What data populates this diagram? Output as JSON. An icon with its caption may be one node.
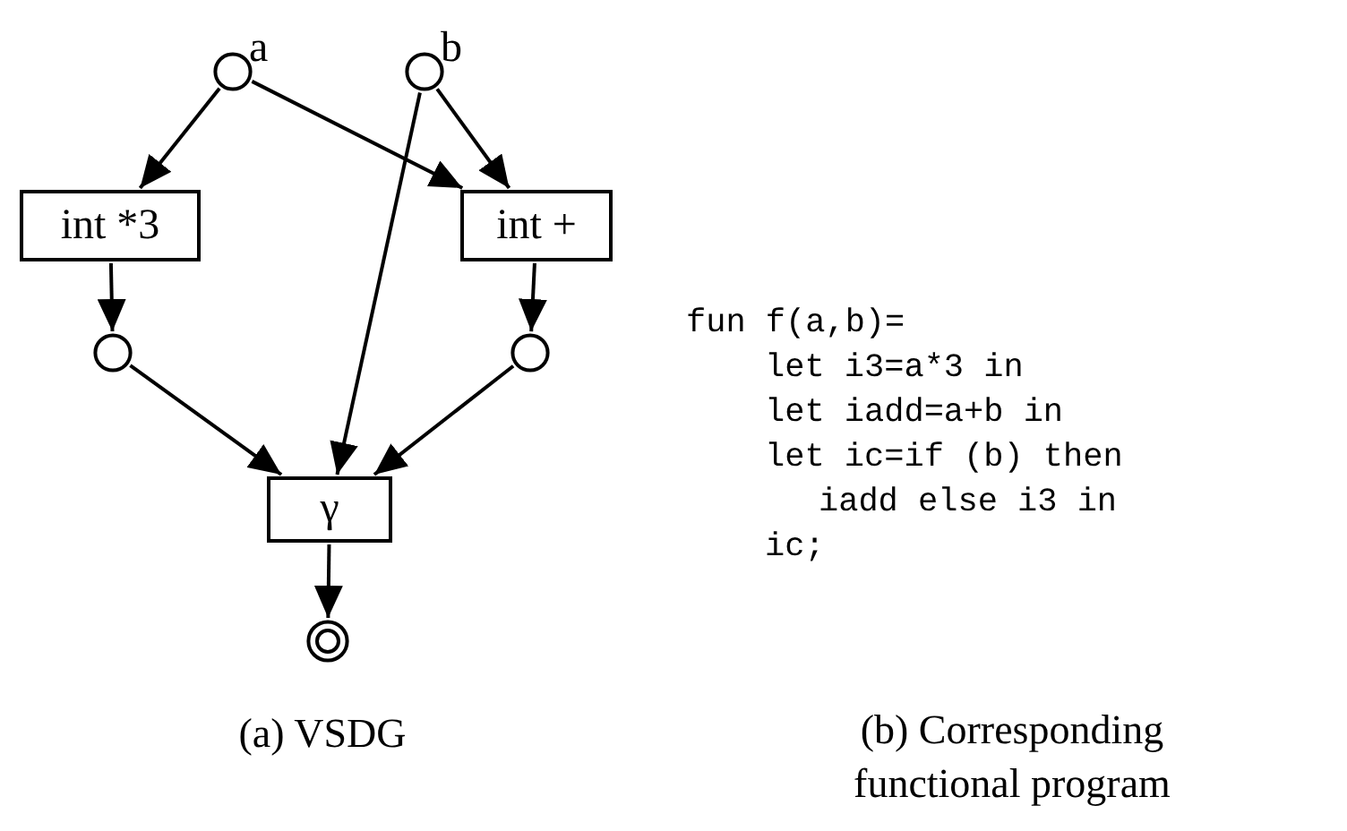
{
  "diagram": {
    "nodes": [
      {
        "text": [],
        "shape": "circle",
        "beside": [
          "a"
        ]
      },
      {
        "text": [],
        "shape": "circle",
        "beside": [
          "b"
        ]
      },
      {
        "text": [
          "int *3"
        ]
      },
      {
        "text": [
          "int +"
        ]
      },
      {
        "text": [],
        "shape": "circle"
      },
      {
        "text": [],
        "shape": "circle"
      },
      {
        "text": [
          "γ"
        ]
      },
      {
        "text": [],
        "shape": "double-circle"
      }
    ],
    "edges": [
      {
        "from": 0,
        "to": 2,
        "arrow": "to"
      },
      {
        "from": 0,
        "to": 3,
        "arrow": "to"
      },
      {
        "from": 1,
        "to": 3,
        "arrow": "to"
      },
      {
        "from": 1,
        "to": 6,
        "arrow": "to"
      },
      {
        "from": 2,
        "to": 4,
        "arrow": "to"
      },
      {
        "from": 3,
        "to": 5,
        "arrow": "to"
      },
      {
        "from": 4,
        "to": 6,
        "arrow": "to"
      },
      {
        "from": 5,
        "to": 6,
        "arrow": "to"
      },
      {
        "from": 6,
        "to": 7,
        "arrow": "to"
      }
    ],
    "labels": [
      "fun f(a,b)=",
      "let i3=a*3 in",
      "let iadd=a+b in",
      "let ic=if (b) then",
      "iadd else i3 in",
      "ic;",
      "(a) VSDG",
      "(b) Corresponding functional program"
    ]
  }
}
